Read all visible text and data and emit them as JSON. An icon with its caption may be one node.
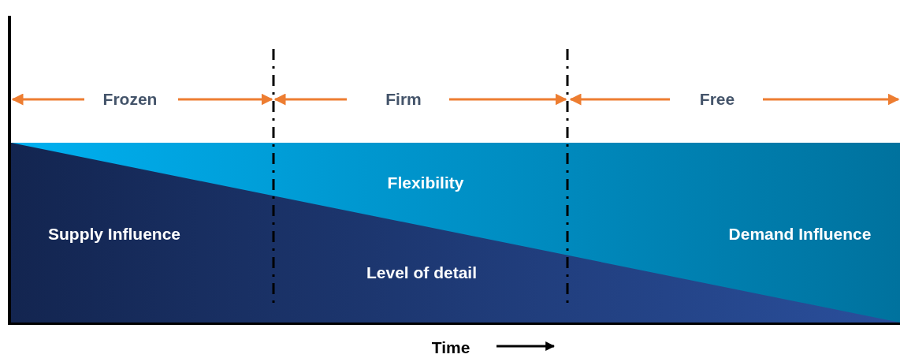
{
  "diagram": {
    "nodes": [
      {
        "text": [
          "Flexibility",
          "Demand Influence"
        ]
      },
      {
        "text": [
          "Supply Influence",
          "Level of detail"
        ],
        "in": 0
      }
    ],
    "labels": [
      "Frozen",
      "Firm",
      "Free",
      "Time"
    ]
  }
}
